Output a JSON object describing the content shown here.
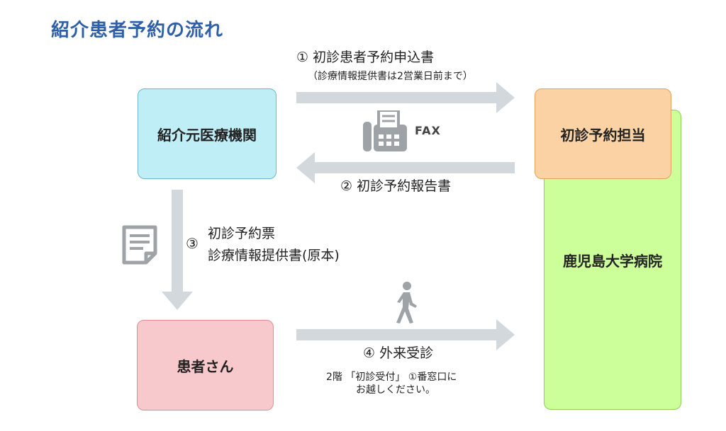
{
  "title": "紹介患者予約の流れ",
  "boxes": {
    "referrer": "紹介元医療機関",
    "desk": "初診予約担当",
    "hospital": "鹿児島大学病院",
    "patient": "患者さん"
  },
  "steps": {
    "step1": "① 初診患者予約申込書",
    "step1_note": "（診療情報提供書は2営業日前まで）",
    "fax": "FAX",
    "step2": "② 初診予約報告書",
    "step3_num": "③",
    "step3_line1": "初診予約票",
    "step3_line2": "診療情報提供書(原本)",
    "step4": "④ 外来受診",
    "step4_note1": "2階 「初診受付」 ①番窓口に",
    "step4_note2": "お越しください。"
  },
  "icons": [
    "fax-icon",
    "document-icon",
    "walking-person-icon"
  ],
  "colors": {
    "title": "#2f5fa7",
    "referrer": "#bfeef7",
    "desk": "#fbd2a4",
    "hospital": "#ccff99",
    "patient": "#f8c9cc",
    "arrow": "#d3d8dc"
  }
}
